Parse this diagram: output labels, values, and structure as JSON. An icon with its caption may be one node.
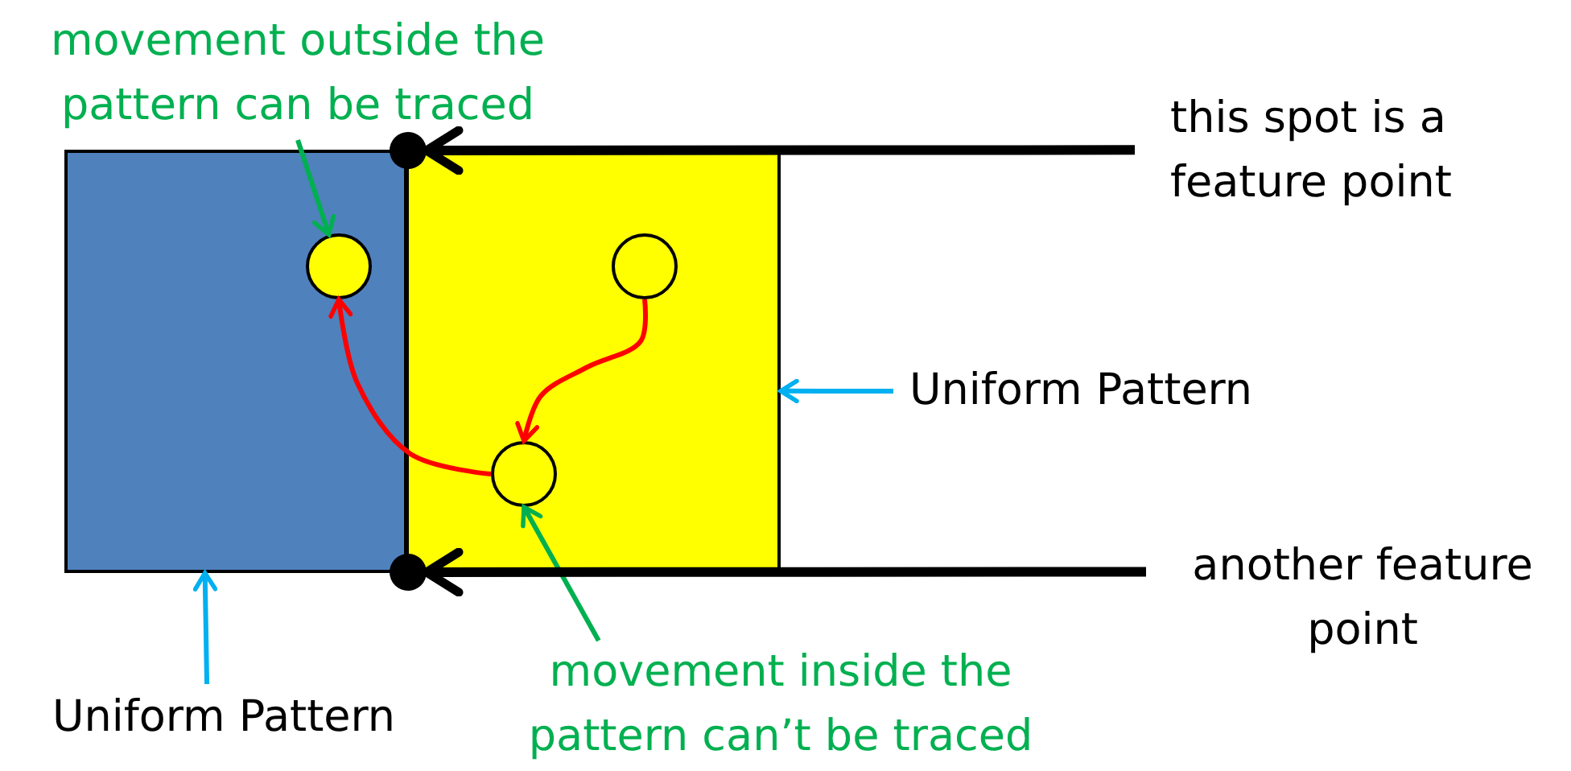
{
  "diagram": {
    "nodes": [
      {
        "text": [],
        "shape": "box"
      },
      {
        "text": [],
        "shape": "box"
      },
      {
        "text": [],
        "shape": "circle",
        "in": 0
      },
      {
        "text": [],
        "shape": "circle",
        "in": 1
      },
      {
        "text": [],
        "shape": "circle",
        "in": 1
      },
      {
        "text": [],
        "shape": "circle"
      },
      {
        "text": [],
        "shape": "circle"
      },
      {
        "text": [
          "movement outside the pattern can be traced"
        ]
      },
      {
        "text": [
          "this spot is a feature point"
        ]
      },
      {
        "text": [
          "Uniform Pattern"
        ]
      },
      {
        "text": [
          "another feature point"
        ]
      },
      {
        "text": [
          "Uniform Pattern"
        ]
      },
      {
        "text": [
          "movement inside the pattern can’t be traced"
        ]
      }
    ],
    "edges": [
      {
        "from": 3,
        "to": 4,
        "arrow": "to",
        "color": "#ff0000"
      },
      {
        "from": 4,
        "to": 2,
        "arrow": "to",
        "color": "#ff0000"
      },
      {
        "from": 7,
        "to": 2,
        "arrow": "to",
        "color": "#00b050"
      },
      {
        "from": 12,
        "to": 4,
        "arrow": "to",
        "color": "#00b050"
      },
      {
        "from": 8,
        "to": 5,
        "arrow": "to",
        "style": "thick",
        "color": "#000000"
      },
      {
        "from": 10,
        "to": 6,
        "arrow": "to",
        "style": "thick",
        "color": "#000000"
      },
      {
        "from": 9,
        "to": 1,
        "arrow": "to",
        "color": "#00b0f0"
      },
      {
        "from": 11,
        "to": 0,
        "arrow": "to",
        "color": "#00b0f0"
      }
    ]
  }
}
